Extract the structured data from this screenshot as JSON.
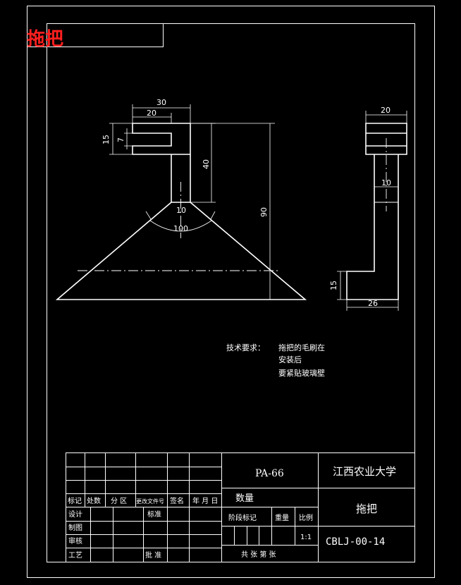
{
  "title_label": "拖把",
  "front_view": {
    "dim_30": "30",
    "dim_20": "20",
    "dim_15": "15",
    "dim_7": "7",
    "dim_40": "40",
    "dim_90": "90",
    "dim_10": "10",
    "dim_100": "100"
  },
  "side_view": {
    "dim_20": "20",
    "dim_10": "10",
    "dim_15": "15",
    "dim_26": "26"
  },
  "tech_requirements": {
    "label": "技术要求：",
    "line1": "拖把的毛刷在",
    "line2": "安装后",
    "line3": "要紧贴玻璃壁"
  },
  "title_block": {
    "material": "PA-66",
    "school": "江西农业大学",
    "part_name": "拖把",
    "drawing_no": "CBLJ-00-14",
    "quantity": "数量",
    "stage_mark": "阶段标记",
    "weight": "重量",
    "scale_label": "比例",
    "scale_value": "1:1",
    "total_sheets": "共  张  第  张",
    "h_mark": "标记",
    "h_count": "处数",
    "h_zone": "分 区",
    "h_doc": "更改文件号",
    "h_sign": "签名",
    "h_date": "年 月 日",
    "r_design": "设计",
    "r_standard": "标准",
    "r_drafting": "制图",
    "r_review": "审核",
    "r_process": "工艺",
    "r_approve": "批 准"
  }
}
